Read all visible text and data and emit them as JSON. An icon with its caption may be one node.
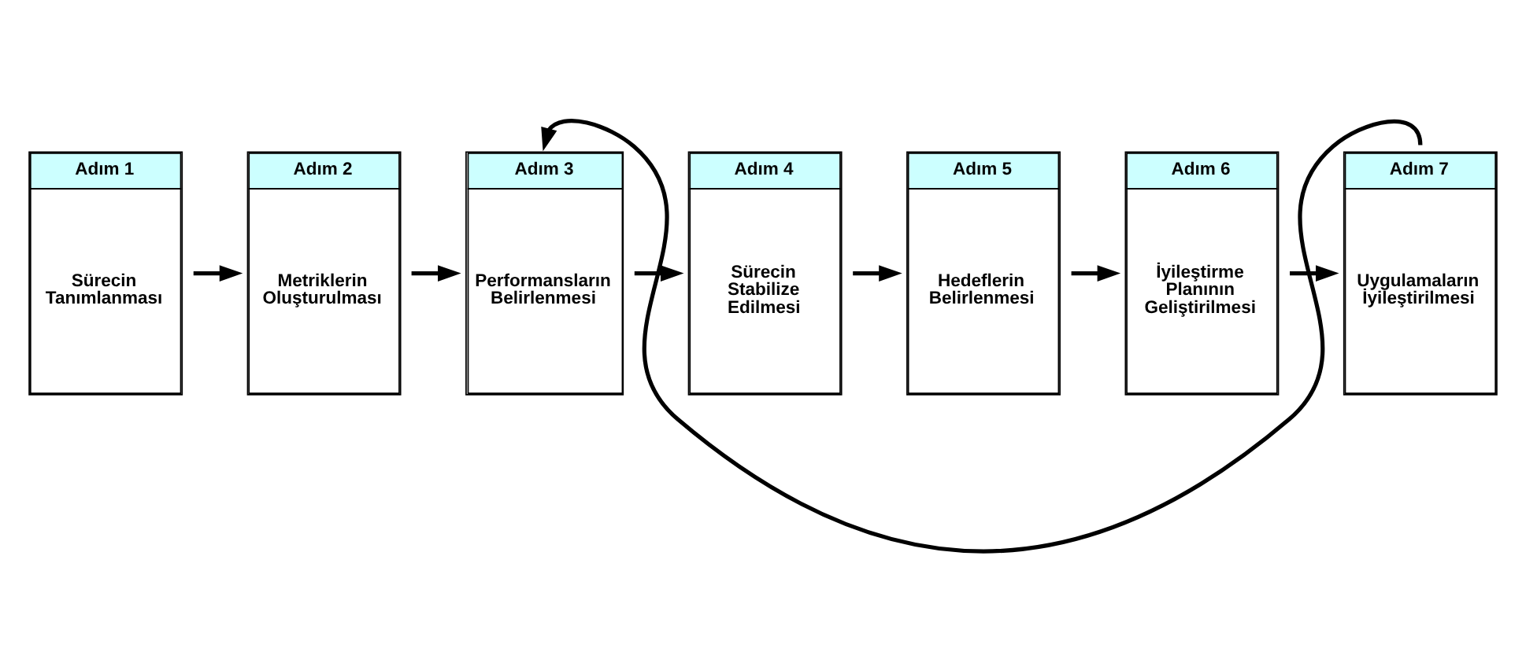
{
  "diagram": {
    "nodes": [
      {
        "text": [
          "Adım 1",
          "Sürecin Tanımlanması"
        ]
      },
      {
        "text": [
          "Adım 2",
          "Metriklerin Oluşturulması"
        ]
      },
      {
        "text": [
          "Adım 3",
          "Performansların Belirlenmesi"
        ]
      },
      {
        "text": [
          "Adım 4",
          "Sürecin Stabilize Edilmesi"
        ]
      },
      {
        "text": [
          "Adım 5",
          "Hedeflerin Belirlenmesi"
        ]
      },
      {
        "text": [
          "Adım 6",
          "İyileştirme Planının Geliştirilmesi"
        ]
      },
      {
        "text": [
          "Adım 7",
          "Uygulamaların İyileştirilmesi"
        ]
      }
    ],
    "edges": [
      {
        "from": 0,
        "to": 1,
        "arrow": "to"
      },
      {
        "from": 1,
        "to": 2,
        "arrow": "to"
      },
      {
        "from": 2,
        "to": 3,
        "arrow": "to"
      },
      {
        "from": 3,
        "to": 4,
        "arrow": "to"
      },
      {
        "from": 4,
        "to": 5,
        "arrow": "to"
      },
      {
        "from": 5,
        "to": 6,
        "arrow": "to"
      },
      {
        "from": 6,
        "to": 2,
        "arrow": "to"
      }
    ]
  }
}
